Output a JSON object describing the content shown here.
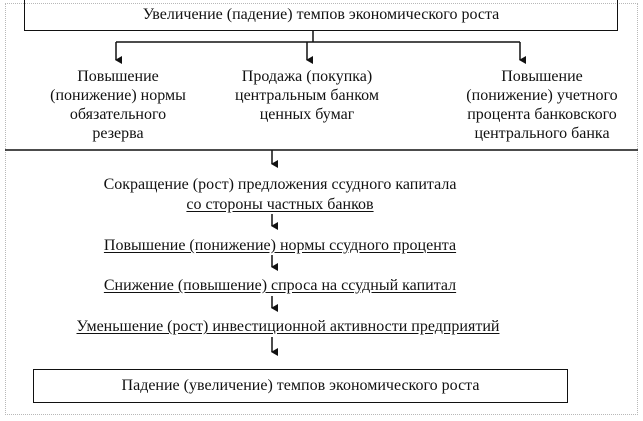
{
  "boxes": {
    "top": "Увеличение (падение) темпов экономического роста",
    "bottom": "Падение (увеличение) темпов экономического роста"
  },
  "branches": {
    "left": [
      "Повышение",
      "(понижение) нормы",
      "обязательного",
      "резерва"
    ],
    "middle": [
      "Продажа (покупка)",
      "центральным банком",
      "ценных бумаг"
    ],
    "right": [
      "Повышение",
      "(понижение) учетного",
      "процента банковского",
      "центрального банка"
    ]
  },
  "stages": {
    "supply_line1": "Сокращение (рост) предложения ссудного капитала",
    "supply_line2": "со стороны частных банков",
    "rate": "Повышение (понижение) нормы ссудного процента",
    "demand": "Снижение (повышение) спроса на ссудный капитал",
    "investment": "Уменьшение (рост) инвестиционной активности предприятий"
  }
}
